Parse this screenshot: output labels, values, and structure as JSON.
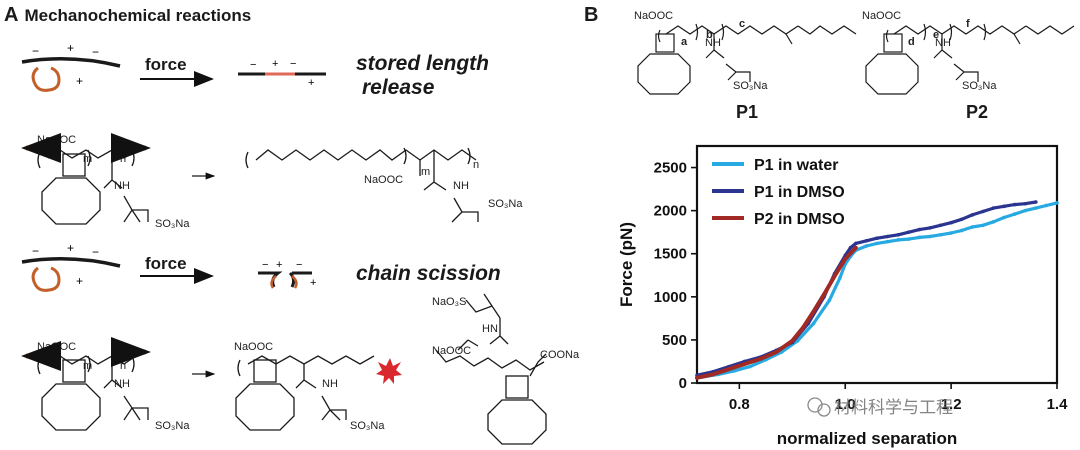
{
  "panel_a": {
    "letter": "A",
    "title": "Mechanochemical reactions",
    "row1": {
      "force_label": "force",
      "result_line1": "stored length",
      "result_line2": "release"
    },
    "row2": {
      "reactant_salt": "NaOOC",
      "reactant_m": "m",
      "reactant_n": "n",
      "reactant_nh": "NH",
      "reactant_so3": "SO₃Na",
      "product_salt": "NaOOC",
      "product_m": "m",
      "product_n": "n",
      "product_nh": "NH",
      "product_so3": "SO₃Na"
    },
    "row3": {
      "force_label": "force",
      "result_line1": "chain scission"
    },
    "row4": {
      "reactant_salt": "NaOOC",
      "reactant_m": "m",
      "reactant_n": "n",
      "reactant_nh": "NH",
      "reactant_so3": "SO₃Na",
      "frag1_salt": "NaOOC",
      "frag1_nh": "NH",
      "frag1_so3": "SO₃Na",
      "frag2_so3": "NaO₃S",
      "frag2_nh": "HN",
      "frag2_salt": "NaOOC",
      "frag2_cooNa": "COONa"
    }
  },
  "panel_b": {
    "letter": "B",
    "p1": {
      "name": "P1",
      "salt": "NaOOC",
      "nh": "NH",
      "so3": "SO₃Na",
      "a": "a",
      "b": "b",
      "c": "c"
    },
    "p2": {
      "name": "P2",
      "salt": "NaOOC",
      "nh": "NH",
      "so3": "SO₃Na",
      "d": "d",
      "e": "e",
      "f": "f"
    }
  },
  "watermark": "材料科学与工程",
  "chart_data": {
    "type": "line",
    "title": "",
    "xlabel": "normalized separation",
    "ylabel": "Force (pN)",
    "xlim": [
      0.72,
      1.4
    ],
    "ylim": [
      0,
      2750
    ],
    "xticks": [
      0.8,
      1.0,
      1.2,
      1.4
    ],
    "xtick_labels": [
      "0.8",
      "1.0",
      "1.2",
      "1.4"
    ],
    "yticks": [
      0,
      500,
      1000,
      1500,
      2000,
      2500
    ],
    "ytick_labels": [
      "0",
      "500",
      "1000",
      "1500",
      "2000",
      "2500"
    ],
    "grid": false,
    "legend_position": "top-left",
    "series": [
      {
        "name": "P1 in water",
        "color": "#27a9e1",
        "x": [
          0.73,
          0.76,
          0.79,
          0.82,
          0.85,
          0.88,
          0.91,
          0.94,
          0.97,
          0.99,
          1.0,
          1.01,
          1.02,
          1.04,
          1.06,
          1.08,
          1.1,
          1.12,
          1.14,
          1.16,
          1.18,
          1.2,
          1.22,
          1.24,
          1.26,
          1.28,
          1.3,
          1.32,
          1.34,
          1.36,
          1.38,
          1.4
        ],
        "y": [
          70,
          100,
          140,
          190,
          270,
          360,
          490,
          690,
          960,
          1220,
          1380,
          1470,
          1540,
          1590,
          1620,
          1640,
          1660,
          1670,
          1690,
          1700,
          1720,
          1740,
          1770,
          1810,
          1830,
          1870,
          1920,
          1960,
          2000,
          2030,
          2060,
          2090
        ]
      },
      {
        "name": "P1 in DMSO",
        "color": "#2b3590",
        "x": [
          0.72,
          0.75,
          0.78,
          0.81,
          0.84,
          0.87,
          0.9,
          0.93,
          0.96,
          0.98,
          1.0,
          1.01,
          1.02,
          1.04,
          1.06,
          1.08,
          1.1,
          1.12,
          1.14,
          1.16,
          1.18,
          1.2,
          1.22,
          1.24,
          1.26,
          1.28,
          1.3,
          1.32,
          1.34,
          1.36
        ],
        "y": [
          90,
          130,
          190,
          250,
          300,
          380,
          470,
          690,
          1000,
          1270,
          1480,
          1570,
          1620,
          1650,
          1680,
          1700,
          1720,
          1750,
          1780,
          1800,
          1830,
          1860,
          1900,
          1950,
          1990,
          2030,
          2050,
          2070,
          2080,
          2100
        ]
      },
      {
        "name": "P2 in DMSO",
        "color": "#a12a24",
        "x": [
          0.72,
          0.75,
          0.78,
          0.81,
          0.84,
          0.87,
          0.9,
          0.92,
          0.94,
          0.96,
          0.98,
          1.0,
          1.02
        ],
        "y": [
          60,
          100,
          160,
          220,
          280,
          360,
          490,
          640,
          830,
          1030,
          1240,
          1440,
          1570
        ]
      }
    ]
  }
}
